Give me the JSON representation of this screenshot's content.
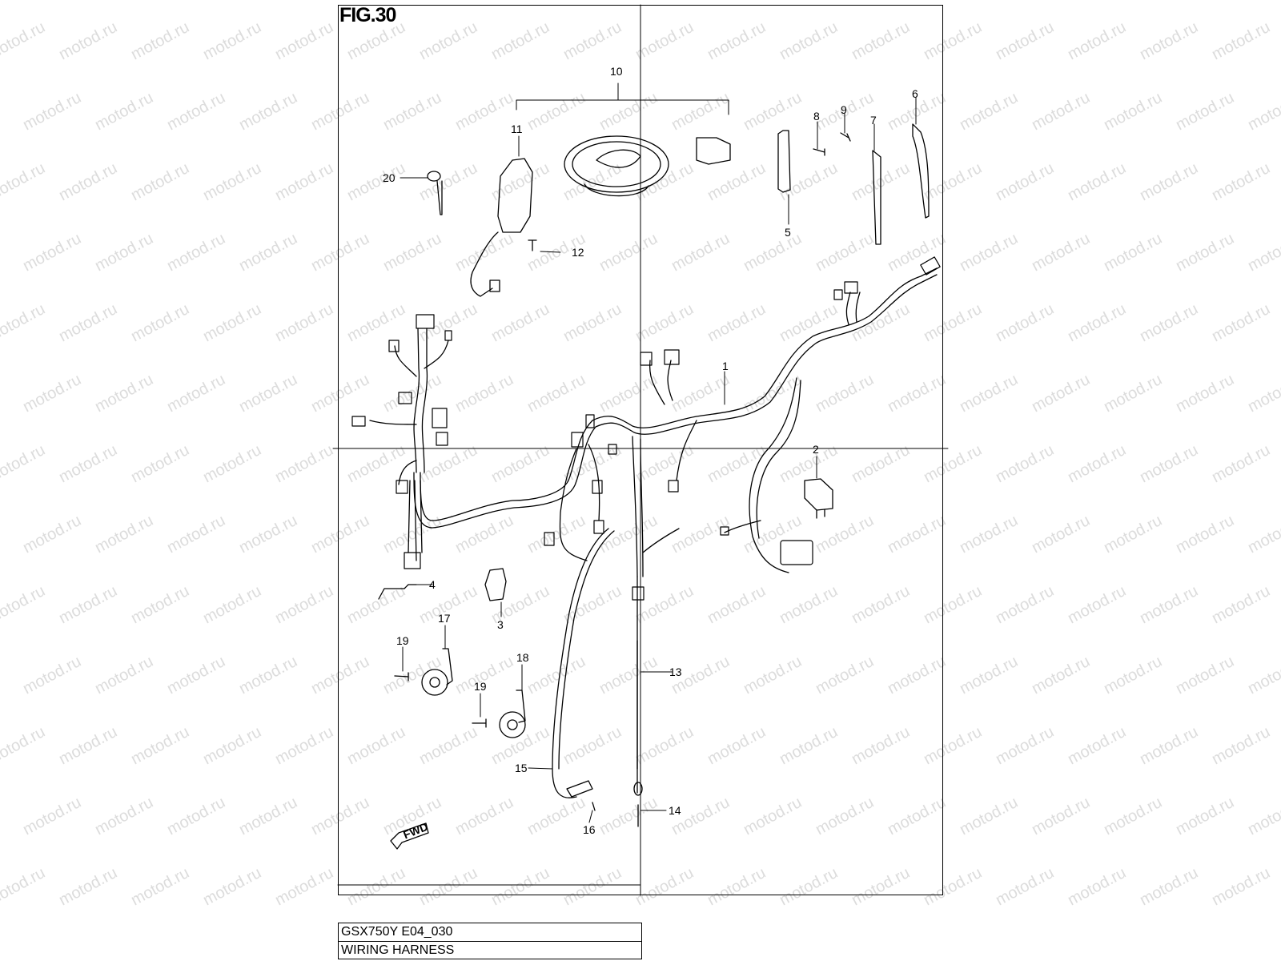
{
  "figure": {
    "title": "FIG.30"
  },
  "watermark": {
    "text": "motod.ru"
  },
  "fwd_label": "FWD",
  "title_block": {
    "model_line": "GSX750Y E04_030",
    "name_line": "WIRING HARNESS"
  },
  "parts": [
    {
      "label": "1"
    },
    {
      "label": "2"
    },
    {
      "label": "3"
    },
    {
      "label": "4"
    },
    {
      "label": "5"
    },
    {
      "label": "6"
    },
    {
      "label": "7"
    },
    {
      "label": "8"
    },
    {
      "label": "9"
    },
    {
      "label": "10"
    },
    {
      "label": "11"
    },
    {
      "label": "12"
    },
    {
      "label": "13"
    },
    {
      "label": "14"
    },
    {
      "label": "15"
    },
    {
      "label": "16"
    },
    {
      "label": "17"
    },
    {
      "label": "18"
    },
    {
      "label": "19"
    },
    {
      "label": "19"
    },
    {
      "label": "20"
    }
  ],
  "colors": {
    "line": "#000000",
    "watermark": "#dcdcdc",
    "background": "#ffffff"
  }
}
